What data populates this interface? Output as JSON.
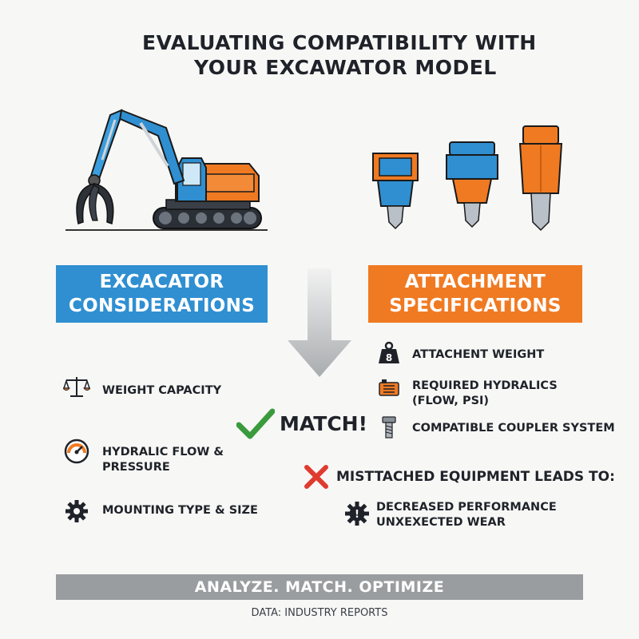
{
  "title": {
    "line1": "EVALUATING COMPATIBILITY WITH",
    "line2": "YOUR EXCAWATOR MODEL"
  },
  "icons": {
    "excavator": "excavator-illustration",
    "attachments": "hydraulic-breaker-illustrations",
    "arrow": "down-arrow-icon",
    "check": "checkmark-icon",
    "cross": "x-mark-icon"
  },
  "colors": {
    "blue": "#2f8fd1",
    "orange": "#f07a22",
    "green": "#3a9b3c",
    "red": "#e03a2e",
    "footer_gray": "#9a9d9f"
  },
  "left_panel": {
    "heading_line1": "EXCACATOR",
    "heading_line2": "CONSIDERATIONS",
    "items": [
      {
        "icon": "balance-scale-icon",
        "line1": "WEIGHT CAPACITY",
        "line2": ""
      },
      {
        "icon": "pressure-gauge-icon",
        "line1": "HYDRALIC FLOW &",
        "line2": "PRESSURE"
      },
      {
        "icon": "gear-icon",
        "line1": "MOUNTING TYPE & SIZE",
        "line2": ""
      }
    ]
  },
  "right_panel": {
    "heading_line1": "ATTACHMENT",
    "heading_line2": "SPECIFICATIONS",
    "items": [
      {
        "icon": "weight-icon",
        "line1": "ATTACHENT WEIGHT",
        "line2": ""
      },
      {
        "icon": "hydraulic-pump-icon",
        "line1": "REQUIRED HYDRALICS",
        "line2": "(FLOW, PSI)"
      },
      {
        "icon": "bolt-icon",
        "line1": "COMPATIBLE COUPLER SYSTEM",
        "line2": ""
      }
    ]
  },
  "match_label": "MATCH!",
  "mismatch": {
    "heading": "MISTTACHED EQUIPMENT LEADS TO:",
    "icon": "gear-warning-icon",
    "line1": "DECREASED PERFORMANCE",
    "line2": "UNXEXECTED WEAR"
  },
  "footer": {
    "tagline": "ANALYZE. MATCH. OPTIMIZE",
    "source": "DATA: INDUSTRY REPORTS"
  }
}
